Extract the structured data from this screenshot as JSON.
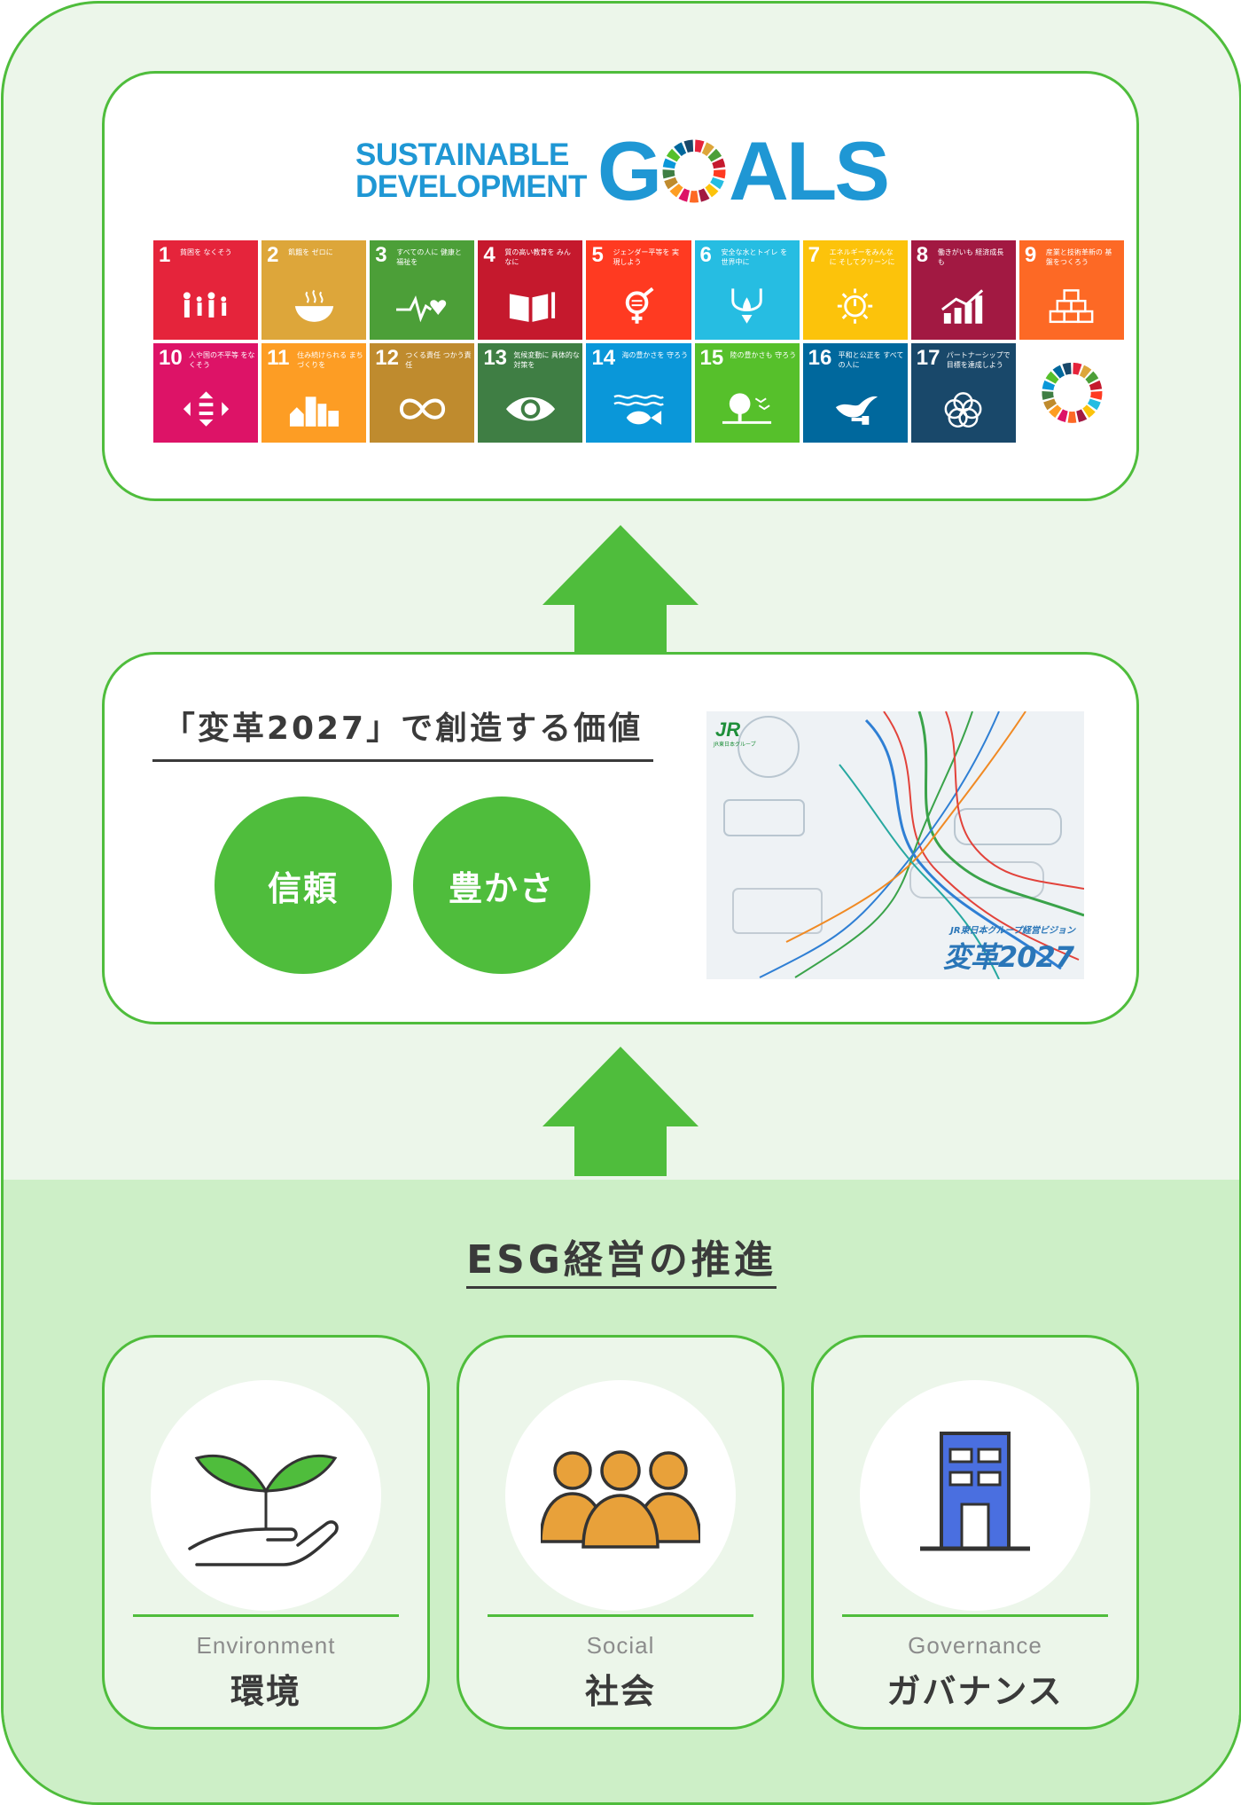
{
  "sdg": {
    "logo_line1": "SUSTAINABLE",
    "logo_line2": "DEVELOPMENT",
    "logo_goals_g": "G",
    "logo_goals_rest": "ALS",
    "goals": [
      {
        "num": "1",
        "text": "貧困を なくそう",
        "color": "#e5243b",
        "icon": "people-icon"
      },
      {
        "num": "2",
        "text": "飢餓を ゼロに",
        "color": "#dda63a",
        "icon": "bowl-icon"
      },
      {
        "num": "3",
        "text": "すべての人に 健康と福祉を",
        "color": "#4c9f38",
        "icon": "heartbeat-icon"
      },
      {
        "num": "4",
        "text": "質の高い教育を みんなに",
        "color": "#c5192d",
        "icon": "book-icon"
      },
      {
        "num": "5",
        "text": "ジェンダー平等を 実現しよう",
        "color": "#ff3a21",
        "icon": "gender-icon"
      },
      {
        "num": "6",
        "text": "安全な水とトイレ を世界中に",
        "color": "#26bde2",
        "icon": "water-drop-icon"
      },
      {
        "num": "7",
        "text": "エネルギーをみんなに そしてクリーンに",
        "color": "#fcc30b",
        "icon": "sun-power-icon"
      },
      {
        "num": "8",
        "text": "働きがいも 経済成長も",
        "color": "#a21942",
        "icon": "growth-chart-icon"
      },
      {
        "num": "9",
        "text": "産業と技術革新の 基盤をつくろう",
        "color": "#fd6925",
        "icon": "cubes-icon"
      },
      {
        "num": "10",
        "text": "人や国の不平等 をなくそう",
        "color": "#dd1367",
        "icon": "equality-icon"
      },
      {
        "num": "11",
        "text": "住み続けられる まちづくりを",
        "color": "#fd9d24",
        "icon": "city-icon"
      },
      {
        "num": "12",
        "text": "つくる責任 つかう責任",
        "color": "#bf8b2e",
        "icon": "infinity-icon"
      },
      {
        "num": "13",
        "text": "気候変動に 具体的な対策を",
        "color": "#3f7e44",
        "icon": "eye-globe-icon"
      },
      {
        "num": "14",
        "text": "海の豊かさを 守ろう",
        "color": "#0a97d9",
        "icon": "fish-icon"
      },
      {
        "num": "15",
        "text": "陸の豊かさも 守ろう",
        "color": "#56c02b",
        "icon": "tree-icon"
      },
      {
        "num": "16",
        "text": "平和と公正を すべての人に",
        "color": "#00689d",
        "icon": "dove-icon"
      },
      {
        "num": "17",
        "text": "パートナーシップで 目標を達成しよう",
        "color": "#19486a",
        "icon": "rings-icon"
      }
    ]
  },
  "value": {
    "title": "「変革2027」で創造する価値",
    "bubble1": "信頼",
    "bubble2": "豊かさ",
    "vision_logo": "JR",
    "vision_logo_sub": "JR東日本グループ",
    "vision_caption": "JR東日本グループ経営ビジョン",
    "vision_title": "変革2027"
  },
  "esg": {
    "title": "ESG経営の推進",
    "pillars": [
      {
        "en": "Environment",
        "jp": "環境",
        "icon": "sprout-in-hand-icon"
      },
      {
        "en": "Social",
        "jp": "社会",
        "icon": "people-group-icon"
      },
      {
        "en": "Governance",
        "jp": "ガバナンス",
        "icon": "building-icon"
      }
    ]
  },
  "colors": {
    "accent_green": "#4fbd3c",
    "panel_light": "#ecf6ea",
    "panel_band": "#cdefc7",
    "text_dark": "#3a3a3a",
    "sdg_blue": "#1f97d4",
    "social_orange": "#e8a13a",
    "governance_blue": "#4a6fe0"
  }
}
